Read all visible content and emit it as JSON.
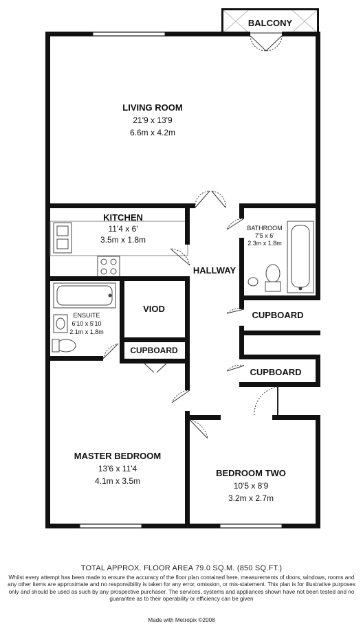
{
  "rooms": {
    "balcony": {
      "name": "BALCONY"
    },
    "living": {
      "name": "LIVING ROOM",
      "imperial": "21'9 x 13'9",
      "metric": "6.6m x 4.2m"
    },
    "kitchen": {
      "name": "KITCHEN",
      "imperial": "11'4 x 6'",
      "metric": "3.5m x 1.8m"
    },
    "bathroom": {
      "name": "BATHROOM",
      "imperial": "7'5 x 6'",
      "metric": "2.3m x 1.8m"
    },
    "hallway": {
      "name": "HALLWAY"
    },
    "void": {
      "name": "VIOD"
    },
    "ensuite": {
      "name": "ENSUITE",
      "imperial": "6'10 x 5'10",
      "metric": "2.1m x 1.8m"
    },
    "cupboard_ensuite": {
      "name": "CUPBOARD"
    },
    "cupboard_1": {
      "name": "CUPBOARD"
    },
    "cupboard_2": {
      "name": "CUPBOARD"
    },
    "master": {
      "name": "MASTER BEDROOM",
      "imperial": "13'6 x 11'4",
      "metric": "4.1m x 3.5m"
    },
    "bedroom2": {
      "name": "BEDROOM TWO",
      "imperial": "10'5 x 8'9",
      "metric": "3.2m x 2.7m"
    }
  },
  "footer": {
    "area": "TOTAL APPROX. FLOOR AREA 79.0 SQ.M. (850 SQ.FT.)",
    "disclaimer": "Whilst every attempt has been made to ensure the accuracy of the floor plan contained here, measurements of doors, windows, rooms and any other items are approximate and no responsibility is taken for any error, omission, or mis-statement. This plan is for illustrative purposes only and should be used as such by any prospective purchaser. The services, systems and appliances shown have not been tested and no guarantee as to their operability or efficiency can be given",
    "credit": "Made with Metropix ©2008"
  }
}
